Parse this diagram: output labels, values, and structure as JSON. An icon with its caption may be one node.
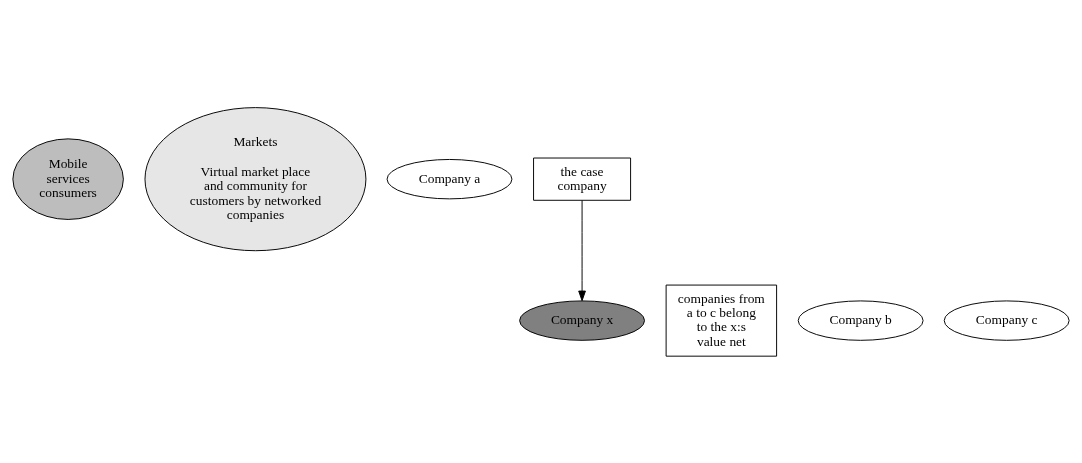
{
  "diagram": {
    "nodes": [
      {
        "text": [
          "Mobile services consumers"
        ]
      },
      {
        "text": [
          "Markets",
          "Virtual market place and community for customers by networked companies"
        ]
      },
      {
        "text": [
          "Company a"
        ]
      },
      {
        "text": [
          "Company x"
        ]
      },
      {
        "text": [
          "the case company"
        ]
      },
      {
        "text": [
          "companies from a to c belong to the x:s value net"
        ]
      },
      {
        "text": [
          "Company b"
        ]
      },
      {
        "text": [
          "Company c"
        ]
      }
    ],
    "edges": [
      {
        "from": 4,
        "to": 3,
        "arrow": "to"
      }
    ]
  }
}
